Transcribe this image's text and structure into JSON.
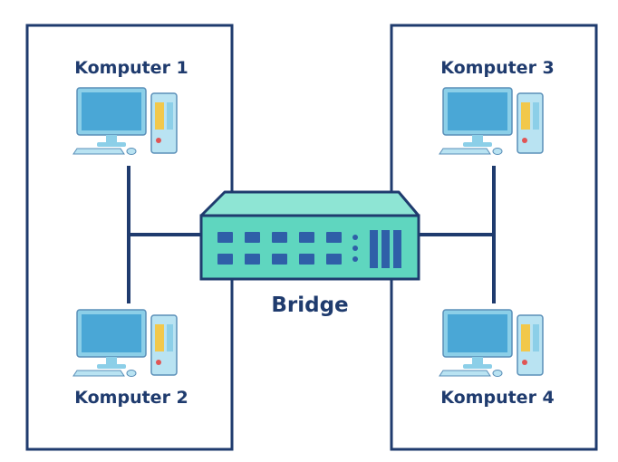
{
  "diagram": {
    "segments": [
      {
        "id": "left",
        "computers": [
          {
            "label": "Komputer 1"
          },
          {
            "label": "Komputer 2"
          }
        ]
      },
      {
        "id": "right",
        "computers": [
          {
            "label": "Komputer 3"
          },
          {
            "label": "Komputer 4"
          }
        ]
      }
    ],
    "bridge": {
      "label": "Bridge",
      "port_rows": 2,
      "ports_per_row": 5
    },
    "colors": {
      "frame": "#1f3b6e",
      "line": "#1f3b6e",
      "label": "#1f3b6e",
      "bridge_body": "#5fd6bf",
      "bridge_top": "#8ee5d4",
      "bridge_outline": "#1f3b6e",
      "port": "#2f5fa8",
      "monitor": "#8ccfe8",
      "screen": "#4aa7d6",
      "tower": "#b9e3f2",
      "tower_panel": "#f2c84b"
    }
  }
}
